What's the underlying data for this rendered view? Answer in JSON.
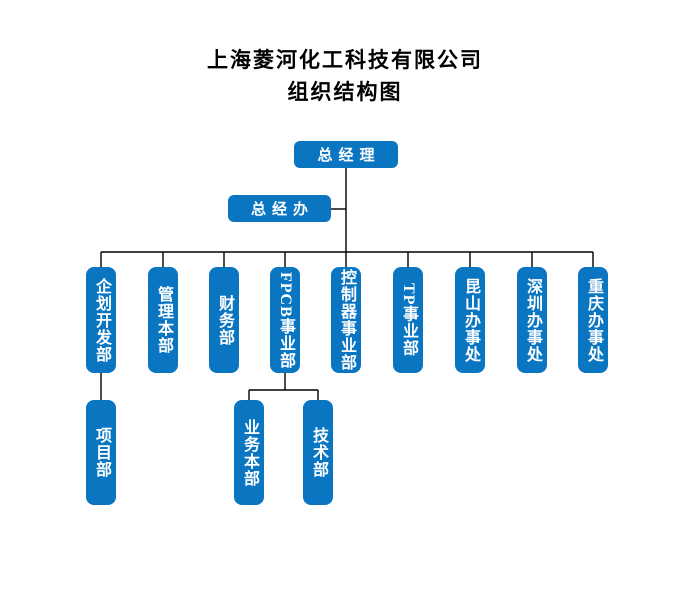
{
  "title": {
    "line1": "上海菱河化工科技有限公司",
    "line2": "组织结构图"
  },
  "org": {
    "root": {
      "label": "总经理"
    },
    "office": {
      "label": "总经办",
      "reports_to": "总经理"
    },
    "departments": [
      {
        "label": "企划开发部"
      },
      {
        "label": "管理本部"
      },
      {
        "label": "财务部"
      },
      {
        "label": "FPCB事业部"
      },
      {
        "label": "控制器事业部"
      },
      {
        "label": "TP事业部"
      },
      {
        "label": "昆山办事处"
      },
      {
        "label": "深圳办事处"
      },
      {
        "label": "重庆办事处"
      }
    ],
    "sub_departments": [
      {
        "label": "项目部",
        "parent": "企划开发部"
      },
      {
        "label": "业务本部",
        "parent": "FPCB事业部"
      },
      {
        "label": "技术部",
        "parent": "FPCB事业部"
      }
    ]
  },
  "colors": {
    "box_fill": "#0a76c2",
    "box_text": "#ffffff",
    "connector_line": "#000000",
    "title_text": "#000000",
    "background": "#ffffff"
  }
}
